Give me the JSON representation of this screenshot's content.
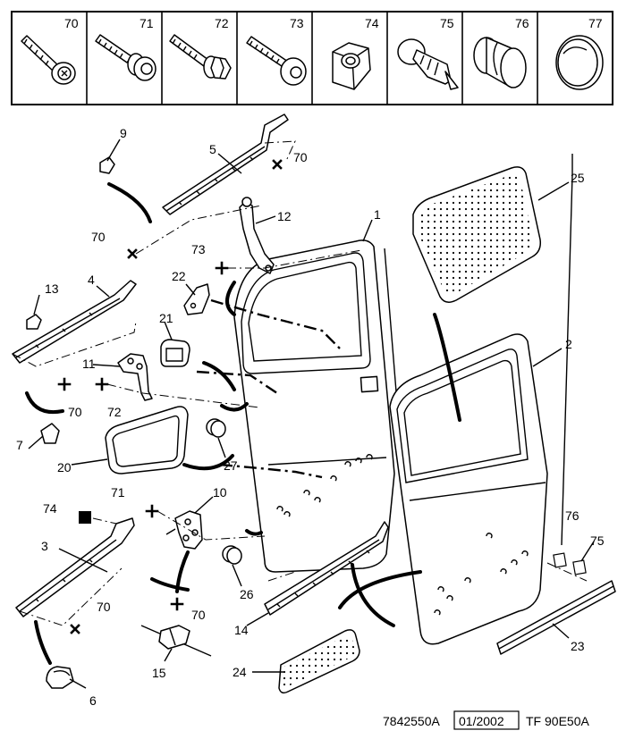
{
  "header_parts": [
    {
      "ref": "70",
      "icon": "torx-flange-screw-icon"
    },
    {
      "ref": "71",
      "icon": "torx-washer-screw-icon"
    },
    {
      "ref": "72",
      "icon": "hex-flange-screw-icon"
    },
    {
      "ref": "73",
      "icon": "pan-head-screw-icon"
    },
    {
      "ref": "74",
      "icon": "hex-nut-icon"
    },
    {
      "ref": "75",
      "icon": "push-clip-icon"
    },
    {
      "ref": "76",
      "icon": "rubber-bumper-icon"
    },
    {
      "ref": "77",
      "icon": "plug-cap-icon"
    }
  ],
  "callouts": {
    "c1": "1",
    "c2": "2",
    "c3": "3",
    "c4": "4",
    "c5": "5",
    "c6": "6",
    "c7": "7",
    "c9": "9",
    "c10": "10",
    "c11": "11",
    "c12": "12",
    "c13": "13",
    "c14": "14",
    "c15": "15",
    "c20": "20",
    "c21": "21",
    "c22": "22",
    "c23": "23",
    "c24": "24",
    "c25": "25",
    "c26": "26",
    "c27": "27",
    "c70a": "70",
    "c70b": "70",
    "c70c": "70",
    "c70d": "70",
    "c70e": "70",
    "c71": "71",
    "c72": "72",
    "c73": "73",
    "c74": "74",
    "c75": "75",
    "c76": "76"
  },
  "footer": {
    "ref": "7842550A",
    "date": "01/2002",
    "code": "TF 90E50A"
  }
}
